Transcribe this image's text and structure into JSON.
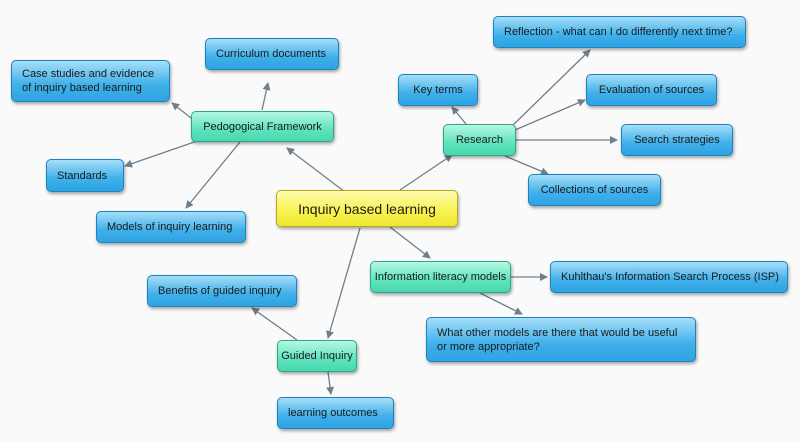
{
  "diagram": {
    "colors": {
      "central": "#f4ee3c",
      "branch": "#52dfb8",
      "leaf": "#3aaee8",
      "connector": "#6f7f8c"
    },
    "nodes": {
      "central": "Inquiry based learning",
      "pedagogical": "Pedogogical Framework",
      "research": "Research",
      "info_literacy": "Information literacy models",
      "guided": "Guided Inquiry",
      "curriculum": "Curriculum documents",
      "case_studies": "Case studies and evidence of inquiry based learning",
      "standards": "Standards",
      "models_inquiry": "Models of inquiry learning",
      "reflection": "Reflection - what can I do differently next time?",
      "key_terms": "Key terms",
      "evaluation": "Evaluation of sources",
      "search_strategies": "Search strategies",
      "collections": "Collections of sources",
      "kuhlthau": "Kuhlthau's Information Search Process (ISP)",
      "other_models": "What other models are there that would be useful or more appropriate?",
      "benefits": "Benefits of guided inquiry",
      "learning_outcomes": "learning outcomes"
    }
  }
}
